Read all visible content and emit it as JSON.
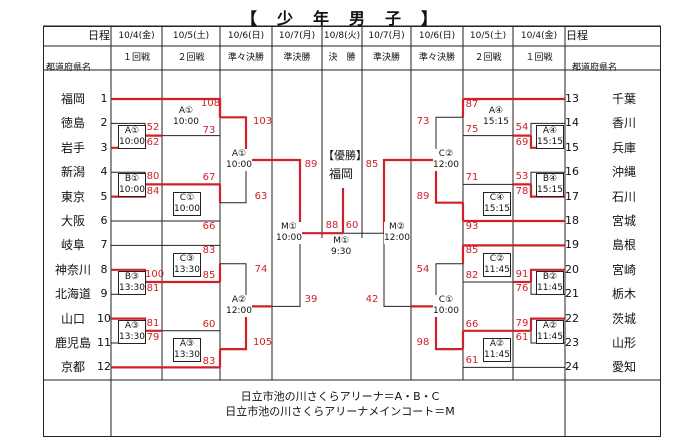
{
  "title": "【　少　年　男　子　】",
  "header": {
    "schedule_label": "日程",
    "prefecture_label": "都道府県名",
    "dates": [
      "10/4(金)",
      "10/5(土)",
      "10/6(日)",
      "10/7(月)",
      "10/8(火)",
      "10/7(月)",
      "10/6(日)",
      "10/5(土)",
      "10/4(金)"
    ],
    "rounds": [
      "１回戦",
      "２回戦",
      "準々決勝",
      "準決勝",
      "決　勝",
      "準決勝",
      "準々決勝",
      "２回戦",
      "１回戦"
    ]
  },
  "teams_left": [
    {
      "seed": "1",
      "name": "福岡"
    },
    {
      "seed": "2",
      "name": "徳島"
    },
    {
      "seed": "3",
      "name": "岩手"
    },
    {
      "seed": "4",
      "name": "新潟"
    },
    {
      "seed": "5",
      "name": "東京"
    },
    {
      "seed": "6",
      "name": "大阪"
    },
    {
      "seed": "7",
      "name": "岐阜"
    },
    {
      "seed": "8",
      "name": "神奈川"
    },
    {
      "seed": "9",
      "name": "北海道"
    },
    {
      "seed": "10",
      "name": "山口"
    },
    {
      "seed": "11",
      "name": "鹿児島"
    },
    {
      "seed": "12",
      "name": "京都"
    }
  ],
  "teams_right": [
    {
      "seed": "13",
      "name": "千葉"
    },
    {
      "seed": "14",
      "name": "香川"
    },
    {
      "seed": "15",
      "name": "兵庫"
    },
    {
      "seed": "16",
      "name": "沖縄"
    },
    {
      "seed": "17",
      "name": "石川"
    },
    {
      "seed": "18",
      "name": "宮城"
    },
    {
      "seed": "19",
      "name": "島根"
    },
    {
      "seed": "20",
      "name": "宮崎"
    },
    {
      "seed": "21",
      "name": "栃木"
    },
    {
      "seed": "22",
      "name": "茨城"
    },
    {
      "seed": "23",
      "name": "山形"
    },
    {
      "seed": "24",
      "name": "愛知"
    }
  ],
  "matches": {
    "a1_l1": {
      "code": "A①",
      "time": "10:00"
    },
    "b1": {
      "code": "B①",
      "time": "10:00"
    },
    "a1_l2": {
      "code": "A①",
      "time": "10:00"
    },
    "c1_l2": {
      "code": "C①",
      "time": "10:00"
    },
    "c3_l1": {
      "code": "C③",
      "time": "13:30"
    },
    "b3": {
      "code": "B③",
      "time": "13:30"
    },
    "a3_l1": {
      "code": "A③",
      "time": "13:30"
    },
    "a3_l2": {
      "code": "A③",
      "time": "13:30"
    },
    "a1_qf": {
      "code": "A①",
      "time": "10:00"
    },
    "a2_qf": {
      "code": "A②",
      "time": "12:00"
    },
    "m1_sf": {
      "code": "M①",
      "time": "10:00"
    },
    "final": {
      "code": "M①",
      "time": "9:30"
    },
    "m2_sf": {
      "code": "M②",
      "time": "12:00"
    },
    "c2_qf": {
      "code": "C②",
      "time": "12:00"
    },
    "c1_qf": {
      "code": "C①",
      "time": "10:00"
    },
    "a4_r2": {
      "code": "A④",
      "time": "15:15"
    },
    "a4_r1": {
      "code": "A④",
      "time": "15:15"
    },
    "c4_r2": {
      "code": "C④",
      "time": "15:15"
    },
    "b4_r1": {
      "code": "B④",
      "time": "15:15"
    },
    "c2_r2": {
      "code": "C②",
      "time": "11:45"
    },
    "b2_r1": {
      "code": "B②",
      "time": "11:45"
    },
    "a2_r2": {
      "code": "A②",
      "time": "11:45"
    },
    "a2_r1": {
      "code": "A②",
      "time": "11:45"
    }
  },
  "scores": {
    "l_r1_23_top": "52",
    "l_r1_23_bot": "62",
    "l_r1_45_top": "80",
    "l_r1_45_bot": "84",
    "l_r1_89_top": "100",
    "l_r1_89_bot": "81",
    "l_r1_1011_top": "81",
    "l_r1_1011_bot": "79",
    "l_r2_1_top": "108",
    "l_r2_1_bot": "73",
    "l_r2_6_top": "67",
    "l_r2_6_bot": "66",
    "l_r2_7_top": "83",
    "l_r2_7_bot": "85",
    "l_r2_12_top": "60",
    "l_r2_12_bot": "83",
    "l_qf_top": "103",
    "l_qf_bot": "63",
    "l_qf2_top": "74",
    "l_qf2_bot": "105",
    "l_sf_top": "89",
    "l_sf_bot": "39",
    "final_left": "88",
    "final_right": "60",
    "r_sf_top": "85",
    "r_sf_bot": "42",
    "r_qf_top": "73",
    "r_qf_bot": "89",
    "r_qf2_top": "54",
    "r_qf2_bot": "98",
    "r_r2_13_top": "87",
    "r_r2_13_bot": "75",
    "r_r1_1415_top": "54",
    "r_r1_1415_bot": "69",
    "r_r2_18_top": "71",
    "r_r2_18_bot": "93",
    "r_r1_1617_top": "53",
    "r_r1_1617_bot": "78",
    "r_r2_19_top": "85",
    "r_r2_19_bot": "82",
    "r_r1_2021_top": "91",
    "r_r1_2021_bot": "76",
    "r_r2_24_top": "66",
    "r_r2_24_bot": "61",
    "r_r1_2223_top": "79",
    "r_r1_2223_bot": "61"
  },
  "champion": {
    "label": "【優勝】",
    "team": "福岡"
  },
  "footer": [
    "日立市池の川さくらアリーナ＝A・B・C",
    "日立市池の川さくらアリーナメインコート＝M"
  ],
  "colors": {
    "win": "#d0202a",
    "line": "#222222"
  }
}
